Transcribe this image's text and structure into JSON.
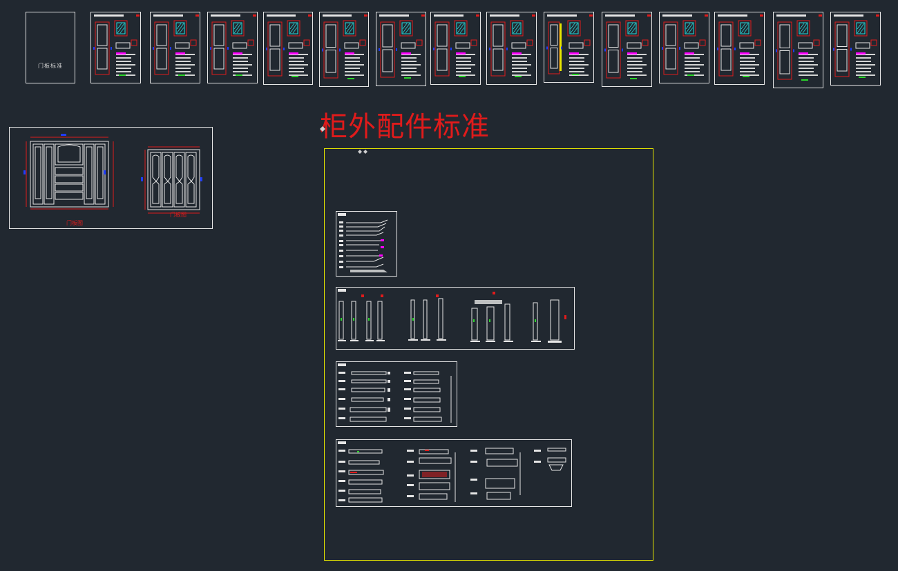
{
  "cover": {
    "label": "门板标准"
  },
  "main": {
    "title": "柜外配件标准"
  },
  "elevations": {
    "left_caption": "门板图",
    "right_caption": "门板图"
  },
  "colors": {
    "background": "#212830",
    "line": "#e6e6e6",
    "accent_red": "#e01b1b",
    "accent_blue": "#1f3cff",
    "accent_cyan": "#28e0e0",
    "accent_magenta": "#ff00ff",
    "accent_yellow": "#e6e600",
    "accent_green": "#2bd62b"
  },
  "sheets_count": 14
}
